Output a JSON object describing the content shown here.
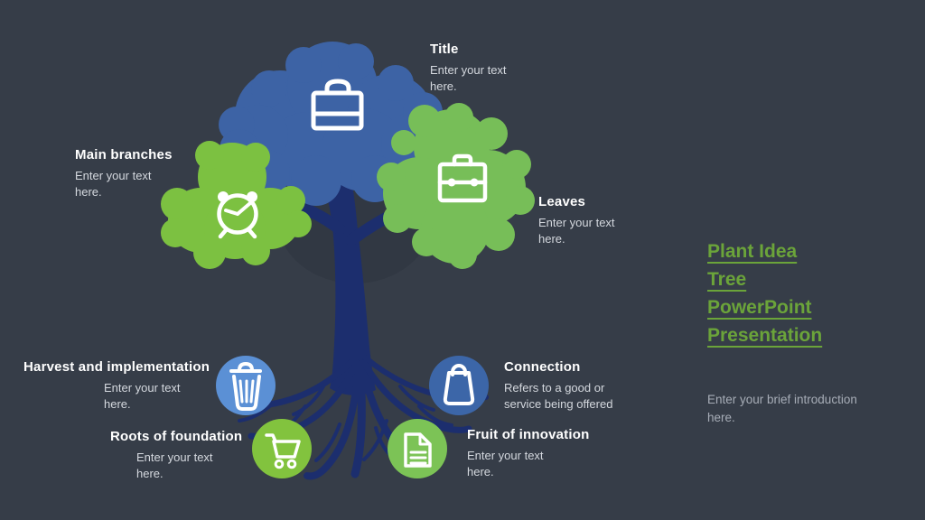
{
  "slide": {
    "colors": {
      "background": "#363D48",
      "cloud_blue": "#3D63A5",
      "cloud_green_left": "#7CC141",
      "cloud_green_right": "#77BE58",
      "trunk_navy": "#1C2E6E",
      "canopy_shadow": "#313843",
      "circle_blue_light": "#5B90D5",
      "circle_blue_dark": "#3C66A8",
      "circle_green_bright": "#82C33E",
      "circle_green_soft": "#7CC356",
      "title_green": "#6BA43A",
      "icon_white": "#FFFFFF"
    },
    "callouts": {
      "title": {
        "heading": "Title",
        "body": "Enter your text here."
      },
      "main_branches": {
        "heading": "Main branches",
        "body": "Enter your text here."
      },
      "leaves": {
        "heading": "Leaves",
        "body": "Enter your text here."
      },
      "harvest": {
        "heading": "Harvest and implementation",
        "body": "Enter your text here."
      },
      "roots": {
        "heading": "Roots of foundation",
        "body": "Enter your text here."
      },
      "connection": {
        "heading": "Connection",
        "body": "Refers to a good or service being offered"
      },
      "fruit": {
        "heading": "Fruit of innovation",
        "body": "Enter your text here."
      }
    },
    "sidebar": {
      "title_lines": [
        "Plant Idea",
        "Tree",
        "PowerPoint",
        "Presentation"
      ],
      "intro": "Enter your brief introduction here."
    },
    "icons": {
      "top_cloud": "briefcase-icon",
      "left_cloud": "alarm-clock-icon",
      "right_cloud": "toolbox-icon",
      "harvest": "trash-icon",
      "roots": "shopping-cart-icon",
      "connection": "shopping-bag-icon",
      "fruit": "document-icon"
    }
  }
}
